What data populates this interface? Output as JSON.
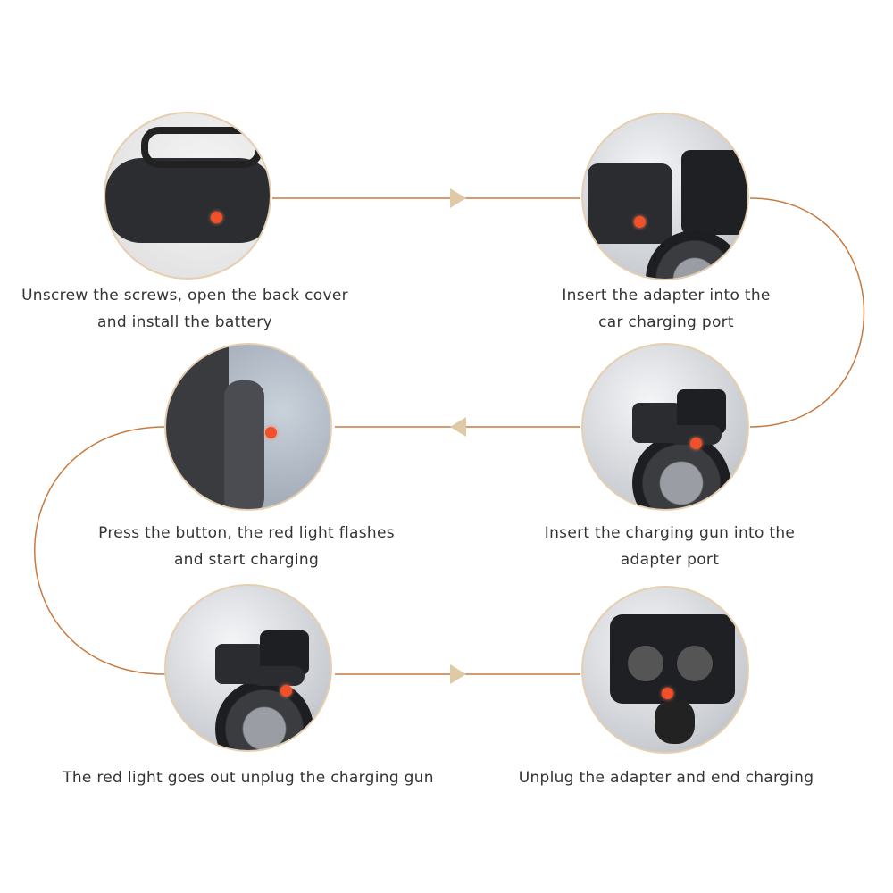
{
  "colors": {
    "line": "#c87a3e",
    "arrow": "#e0c9a6",
    "ring": "#e6cfb0",
    "indicator": "#f0502a"
  },
  "steps": [
    {
      "line1": "Unscrew the screws, open the back cover",
      "line2": "and install the battery"
    },
    {
      "line1": "Insert the adapter into the",
      "line2": "car charging port"
    },
    {
      "line1": "Insert the charging gun into the",
      "line2": "adapter port"
    },
    {
      "line1": "Press the button, the red light flashes",
      "line2": "and start charging"
    },
    {
      "line1": "The red light goes out unplug the charging gun",
      "line2": ""
    },
    {
      "line1": "Unplug the adapter and end charging",
      "line2": ""
    }
  ]
}
